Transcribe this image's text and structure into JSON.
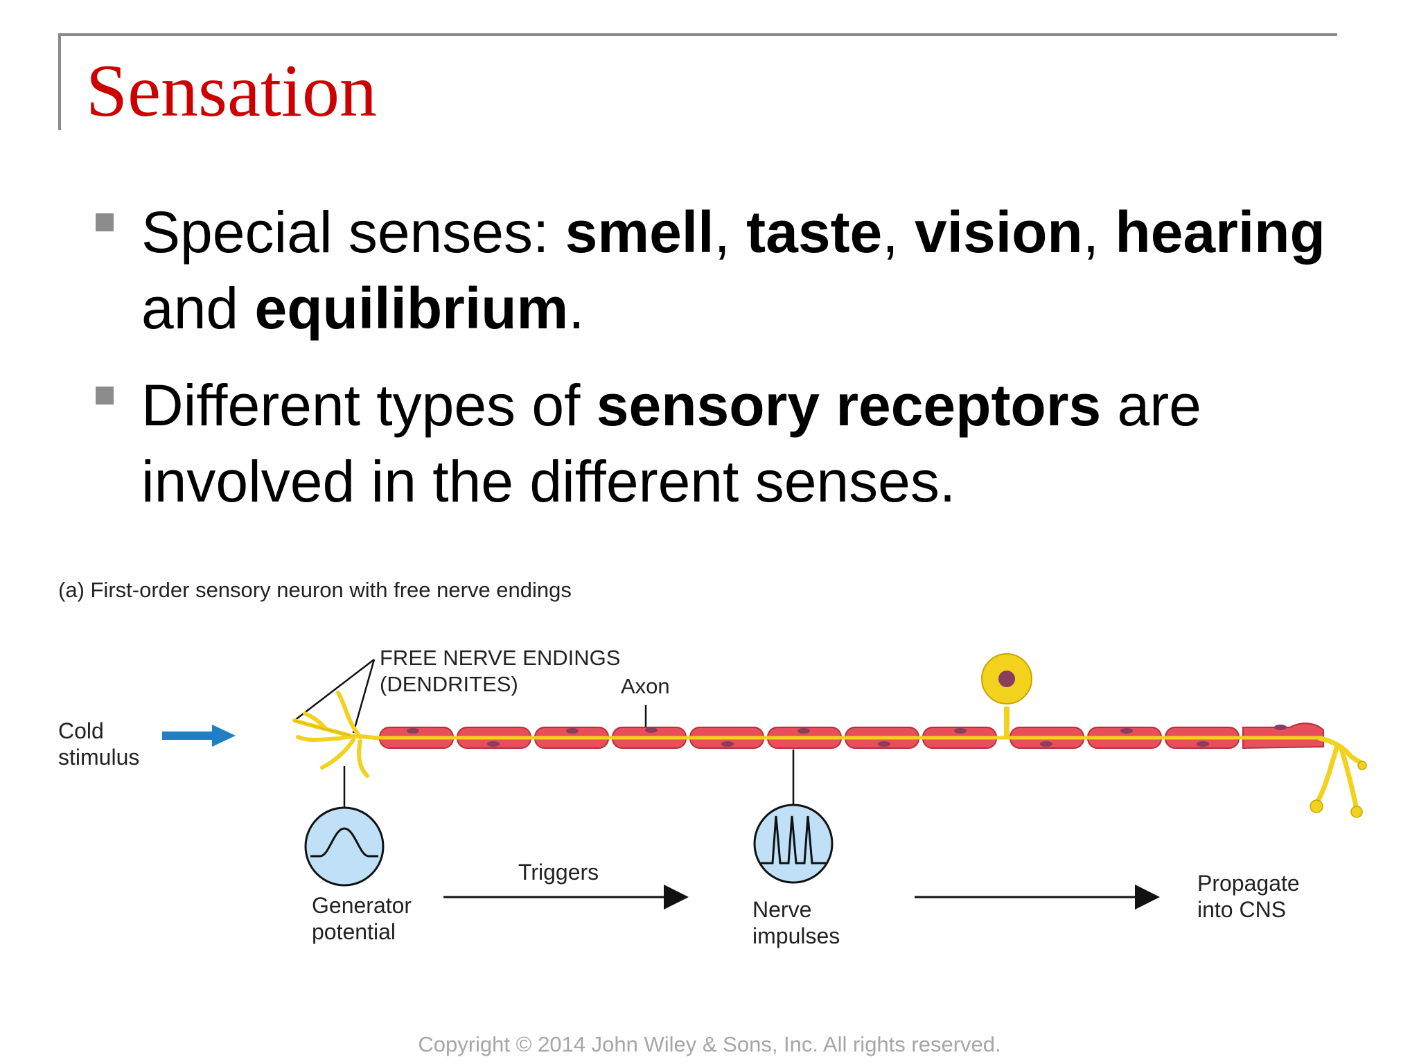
{
  "slide": {
    "title": "Sensation",
    "bullets": [
      {
        "parts": [
          {
            "text": "Special senses: ",
            "bold": false
          },
          {
            "text": "smell",
            "bold": true
          },
          {
            "text": ", ",
            "bold": false
          },
          {
            "text": "taste",
            "bold": true
          },
          {
            "text": ", ",
            "bold": false
          },
          {
            "text": "vision",
            "bold": true
          },
          {
            "text": ", ",
            "bold": false
          },
          {
            "text": "hearing",
            "bold": true
          },
          {
            "text": " and ",
            "bold": false
          },
          {
            "text": "equilibrium",
            "bold": true
          },
          {
            "text": ".",
            "bold": false
          }
        ]
      },
      {
        "parts": [
          {
            "text": "Different types of ",
            "bold": false
          },
          {
            "text": "sensory receptors",
            "bold": true
          },
          {
            "text": " are involved in the different senses.",
            "bold": false
          }
        ]
      }
    ],
    "copyright": "Copyright © 2014 John Wiley & Sons, Inc. All rights reserved."
  },
  "diagram": {
    "caption": "(a) First-order sensory neuron with free nerve endings",
    "labels": {
      "stimulus_line1": "Cold",
      "stimulus_line2": "stimulus",
      "endings_line1": "FREE NERVE ENDINGS",
      "endings_line2": "(DENDRITES)",
      "axon": "Axon",
      "generator_line1": "Generator",
      "generator_line2": "potential",
      "triggers": "Triggers",
      "impulses_line1": "Nerve",
      "impulses_line2": "impulses",
      "propagate_line1": "Propagate",
      "propagate_line2": "into CNS"
    },
    "colors": {
      "stimulus_arrow": "#1f7fc4",
      "myelin": "#e94e5b",
      "axon": "#f2d21c",
      "cell_body": "#f2d21c",
      "nucleus": "#8a3d5c",
      "circle_fill": "#bfe0f6",
      "title": "#cc0000",
      "bullet_square": "#8c8c8c"
    }
  }
}
